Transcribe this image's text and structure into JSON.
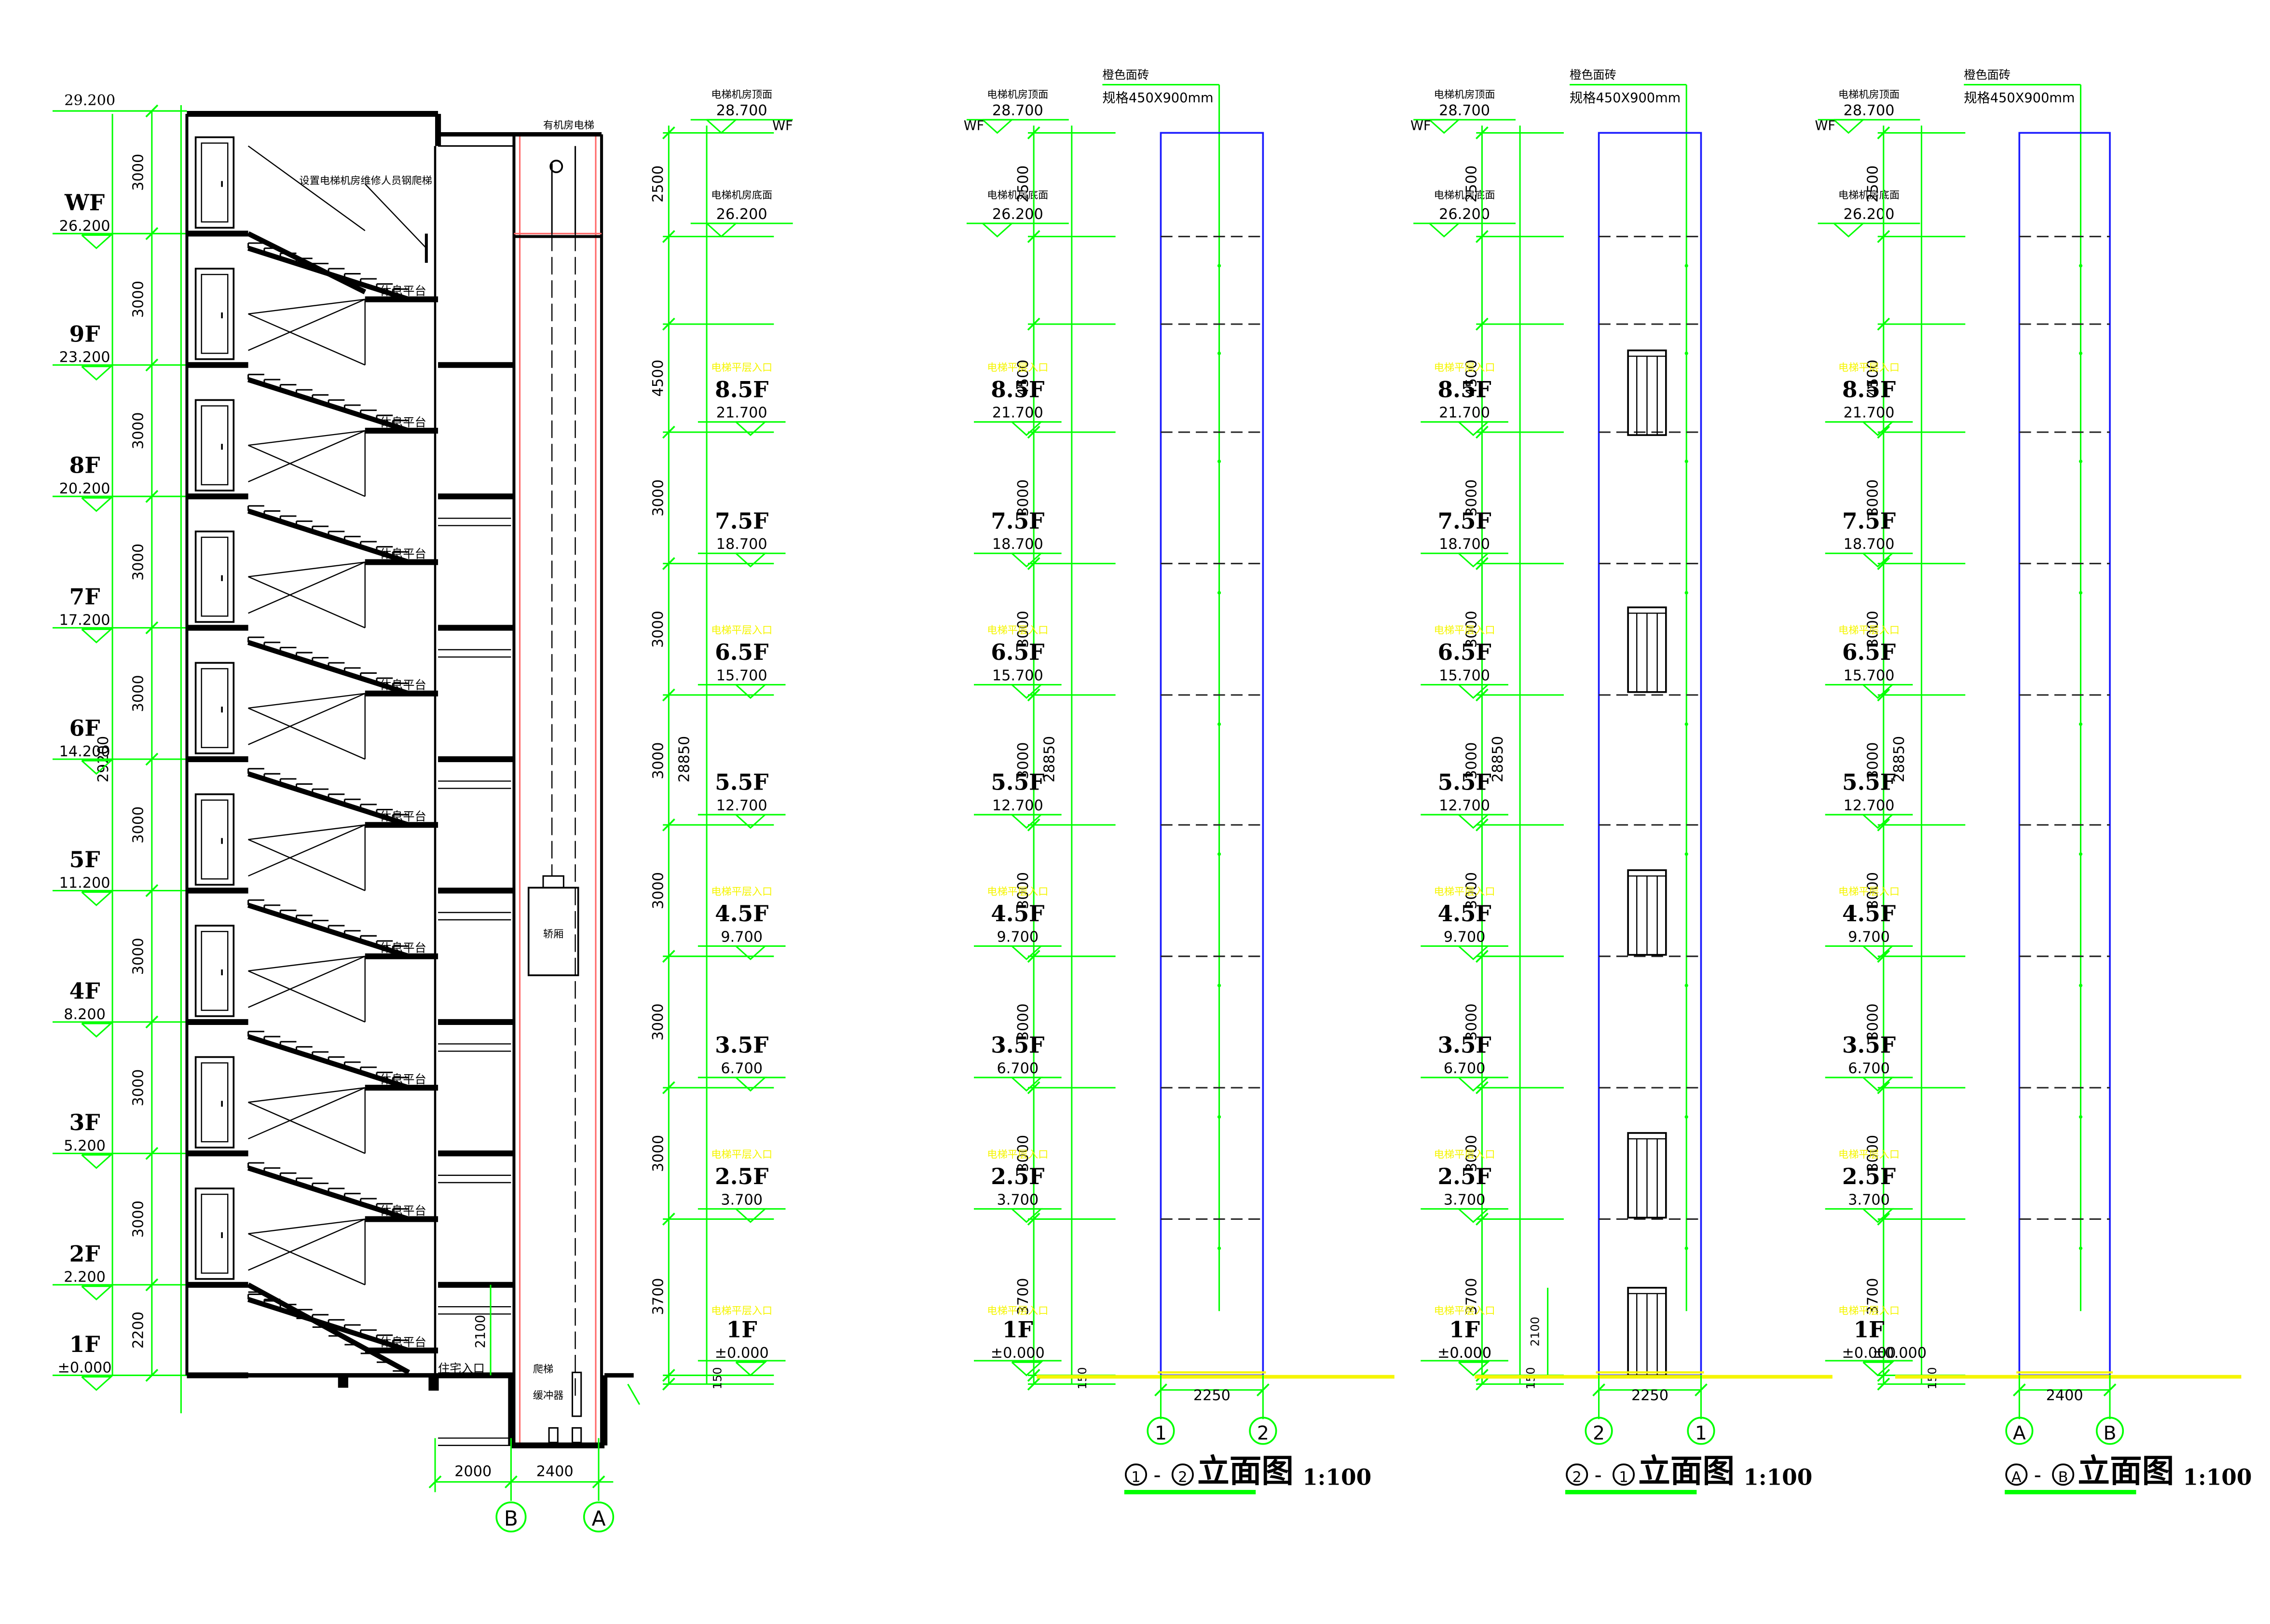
{
  "colors": {
    "green": "#00ff00",
    "blue": "#1a1aff",
    "red": "#ff6666",
    "yellow": "#f5f500",
    "black": "#000000",
    "dash": "#222222"
  },
  "section": {
    "levels": [
      {
        "label": "WF",
        "elev": "26.200"
      },
      {
        "label": "9F",
        "elev": "23.200"
      },
      {
        "label": "8F",
        "elev": "20.200"
      },
      {
        "label": "7F",
        "elev": "17.200"
      },
      {
        "label": "6F",
        "elev": "14.200"
      },
      {
        "label": "5F",
        "elev": "11.200"
      },
      {
        "label": "4F",
        "elev": "8.200"
      },
      {
        "label": "3F",
        "elev": "5.200"
      },
      {
        "label": "2F",
        "elev": "2.200"
      },
      {
        "label": "1F",
        "elev": "±0.000"
      }
    ],
    "top_elev": "29.200",
    "left_dims": [
      "3000",
      "3000",
      "3000",
      "3000",
      "3000",
      "3000",
      "3000",
      "3000",
      "3000",
      "2200"
    ],
    "total_dim": "29200",
    "landing_label": "休息平台",
    "ladder_note": "设置电梯机房维修人员钢爬梯",
    "hoist_label": "有机房电梯",
    "car_label": "轿厢",
    "pit_label1": "爬梯",
    "pit_label2": "缓冲器",
    "entry_label": "住宅入口",
    "entry_dim": "2100",
    "bottom_dims": [
      "2000",
      "2400"
    ],
    "axes": [
      "B",
      "A"
    ]
  },
  "shaft_column": {
    "title1": "电梯机房顶面",
    "elev1": "28.700",
    "wf_label": "WF",
    "title2": "电梯机房底面",
    "elev2": "26.200",
    "entrance_label": "电梯平层入口",
    "half_levels": [
      {
        "label": "8.5F",
        "elev": "21.700"
      },
      {
        "label": "7.5F",
        "elev": "18.700"
      },
      {
        "label": "6.5F",
        "elev": "15.700"
      },
      {
        "label": "5.5F",
        "elev": "12.700"
      },
      {
        "label": "4.5F",
        "elev": "9.700"
      },
      {
        "label": "3.5F",
        "elev": "6.700"
      },
      {
        "label": "2.5F",
        "elev": "3.700"
      }
    ],
    "ground_label": "1F",
    "ground_elev": "±0.000",
    "dims": [
      "2500",
      "4500",
      "3000",
      "3000",
      "3000",
      "3000",
      "3000",
      "3000",
      "3700",
      "150"
    ],
    "total_dim": "28850"
  },
  "elevations": [
    {
      "material_note1": "橙色面砖",
      "material_note2": "规格450X900mm",
      "width_dim": "2250",
      "axis_left": "1",
      "axis_right": "2",
      "title_prefix": "1",
      "title_sep": "-",
      "title_suffix": "2",
      "title_text": "立面图",
      "scale": "1:100",
      "door_dim": "",
      "ground_elev_text": "±0.000"
    },
    {
      "material_note1": "橙色面砖",
      "material_note2": "规格450X900mm",
      "width_dim": "2250",
      "axis_left": "2",
      "axis_right": "1",
      "title_prefix": "2",
      "title_sep": "-",
      "title_suffix": "1",
      "title_text": "立面图",
      "scale": "1:100",
      "door_dim": "2100",
      "ground_elev_text": "±0.000"
    },
    {
      "material_note1": "橙色面砖",
      "material_note2": "规格450X900mm",
      "width_dim": "2400",
      "axis_left": "A",
      "axis_right": "B",
      "title_prefix": "A",
      "title_sep": "-",
      "title_suffix": "B",
      "title_text": "立面图",
      "scale": "1:100",
      "door_dim": "",
      "ground_elev_text": "±0.000"
    }
  ]
}
